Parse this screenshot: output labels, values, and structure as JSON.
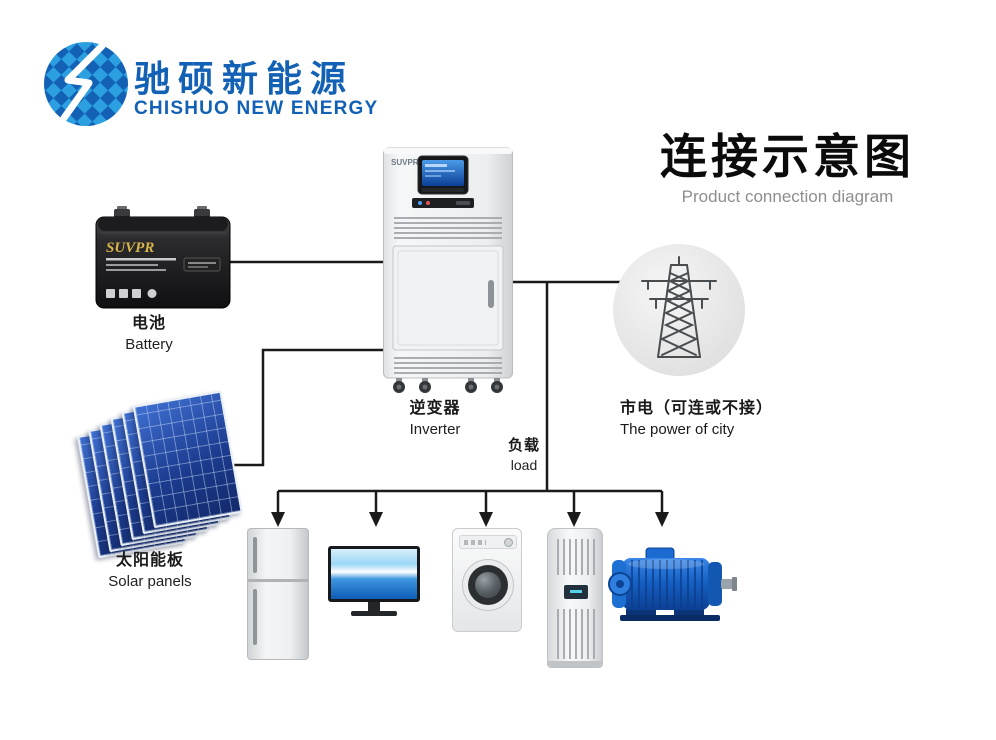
{
  "brand": {
    "name_cn": "驰硕新能源",
    "name_en": "CHISHUO NEW ENERGY",
    "color_primary": "#1261b4",
    "color_accent": "#2b9fe0",
    "logo_icon": "faceted-globe-lightning-icon"
  },
  "heading": {
    "title_cn": "连接示意图",
    "subtitle_en": "Product connection diagram"
  },
  "devices": {
    "battery": {
      "brand": "SUVPR",
      "label_cn": "电池",
      "label_en": "Battery"
    },
    "inverter": {
      "brand": "SUVPR",
      "label_cn": "逆变器",
      "label_en": "Inverter"
    },
    "city_power": {
      "label_cn": "市电（可连或不接）",
      "label_en": "The power of city"
    },
    "solar_panels": {
      "label_cn": "太阳能板",
      "label_en": "Solar panels"
    },
    "load": {
      "label_cn": "负载",
      "label_en": "load"
    }
  },
  "appliances": [
    {
      "name": "refrigerator"
    },
    {
      "name": "computer-monitor"
    },
    {
      "name": "washing-machine"
    },
    {
      "name": "air-conditioner"
    },
    {
      "name": "electric-motor"
    }
  ],
  "diagram": {
    "line_color": "#1a1a1a",
    "connections": [
      "battery -> inverter",
      "solar_panels -> inverter",
      "inverter -> city_power",
      "inverter -> load bus -> refrigerator, computer-monitor, washing-machine, air-conditioner, electric-motor"
    ]
  }
}
